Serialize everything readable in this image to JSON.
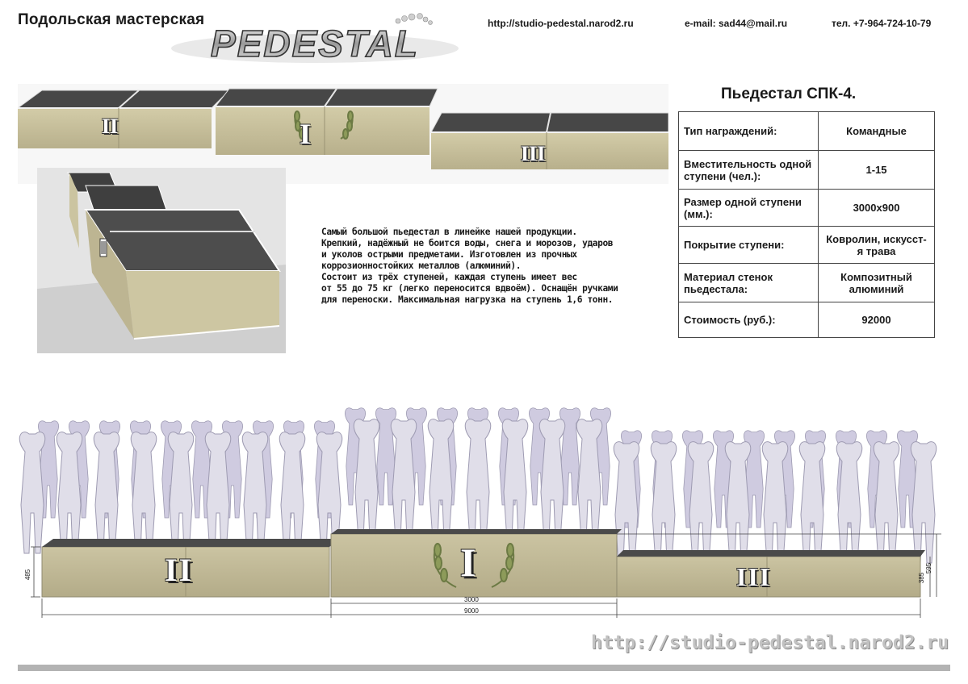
{
  "header": {
    "studio_name": "Подольская мастерская",
    "logo_text": "PEDESTAL",
    "website": "http://studio-pedestal.narod2.ru",
    "email": "e-mail: sad44@mail.ru",
    "phone": "тел. +7-964-724-10-79"
  },
  "product": {
    "title": "Пьедестал СПК-4.",
    "specs": [
      {
        "label": "Тип награждений:",
        "value": "Командные"
      },
      {
        "label": "Вместительность одной ступени (чел.):",
        "value": "1-15"
      },
      {
        "label": "Размер одной ступени (мм.):",
        "value": "3000x900"
      },
      {
        "label": "Покрытие ступени:",
        "value": "Ковролин, искусст-я трава"
      },
      {
        "label": "Материал стенок пьедестала:",
        "value": "Композитный алюминий"
      },
      {
        "label": "Стоимость (руб.):",
        "value": "92000"
      }
    ],
    "description_lines": [
      "Самый большой пьедестал в линейке нашей продукции.",
      "Крепкий, надёжный не боится воды, снега и морозов, ударов",
      "и  уколов острыми предметами. Изготовлен из прочных",
      "коррозионностойких металлов (алюминий).",
      "Состоит из трёх ступеней, каждая ступень  имеет вес",
      "от 55 до 75 кг (легко переносится вдвоём). Оснащён ручками",
      "для переноски. Максимальная нагрузка на ступень 1,6 тонн."
    ]
  },
  "places": {
    "first": "I",
    "second": "II",
    "third": "III"
  },
  "dimensions": {
    "left_height": "485",
    "right_height_1": "385",
    "right_height_2": "595",
    "step_width": "3000",
    "total_width": "9000"
  },
  "footer": {
    "url": "http://studio-pedestal.narod2.ru"
  },
  "colors": {
    "wall": "#c8c09c",
    "top": "#4a4a4a",
    "silhouette": "#b9b6c9"
  }
}
